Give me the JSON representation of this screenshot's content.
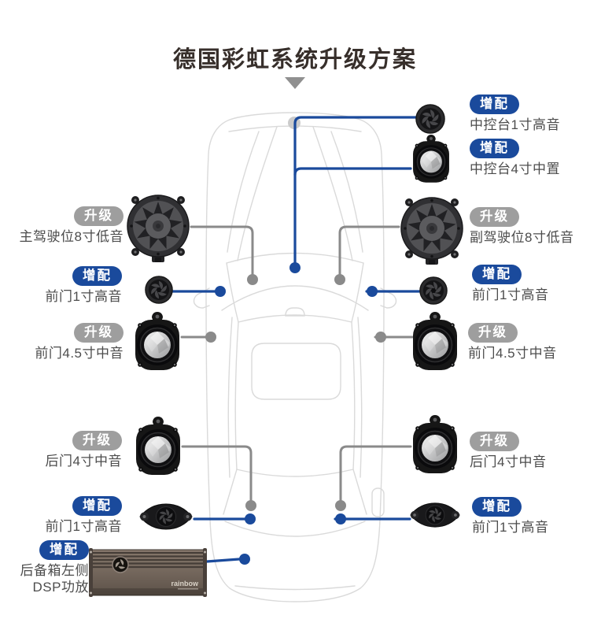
{
  "title": "德国彩虹系统升级方案",
  "colors": {
    "accent_blue": "#1a4a9c",
    "badge_gray": "#9e9e9e",
    "car_outline": "#dadada"
  },
  "items": {
    "left": [
      {
        "badge": "升级",
        "label": "主驾驶位8寸低音"
      },
      {
        "badge": "增配",
        "label": "前门1寸高音"
      },
      {
        "badge": "升级",
        "label": "前门4.5寸中音"
      },
      {
        "badge": "升级",
        "label": "后门4寸中音"
      },
      {
        "badge": "增配",
        "label": "前门1寸高音"
      },
      {
        "badge": "增配",
        "label": "后备箱左侧",
        "label2": "DSP功放"
      }
    ],
    "right": [
      {
        "badge": "增配",
        "label": "中控台1寸高音"
      },
      {
        "badge": "增配",
        "label": "中控台4寸中置"
      },
      {
        "badge": "升级",
        "label": "副驾驶位8寸低音"
      },
      {
        "badge": "增配",
        "label": "前门1寸高音"
      },
      {
        "badge": "升级",
        "label": "前门4.5寸中音"
      },
      {
        "badge": "升级",
        "label": "后门4寸中音"
      },
      {
        "badge": "增配",
        "label": "前门1寸高音"
      }
    ]
  },
  "dsp": {
    "brand": "rainbow"
  }
}
